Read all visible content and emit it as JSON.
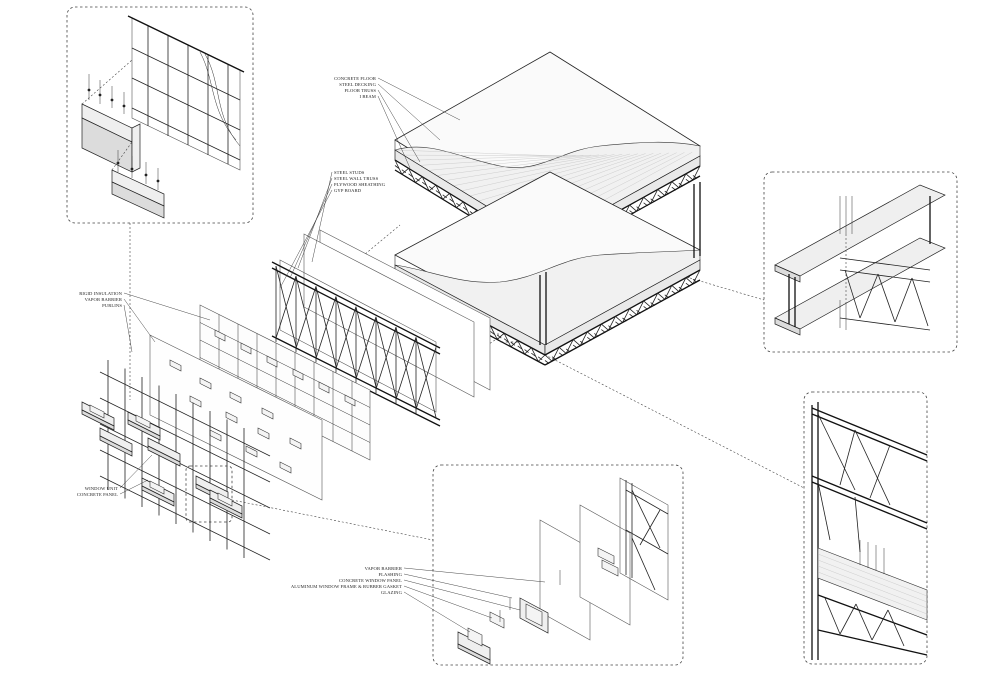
{
  "labels": {
    "floor": [
      "CONCRETE FLOOR",
      "STEEL DECKING",
      "FLOOR TRUSS",
      "I BEAM"
    ],
    "wall_structure": [
      "STEEL STUDS",
      "STEEL WALL TRUSS",
      "PLYWOOD SHEATHING",
      "GYP BOARD"
    ],
    "envelope": [
      "RIGID INSULATION",
      "VAPOR BARRIER",
      "PURLINS"
    ],
    "panel": [
      "WINDOW UNIT",
      "CONCRETE PANEL"
    ],
    "window_detail": [
      "VAPOR BARRIER",
      "FLASHING",
      "CONCRETE WINDOW PANEL",
      "ALUMINUM WINDOW FRAME & RUBBER GASKET",
      "GLAZING"
    ]
  },
  "colors": {
    "ink": "#222222",
    "paper": "#ffffff",
    "shade": "#e9e9e9"
  }
}
